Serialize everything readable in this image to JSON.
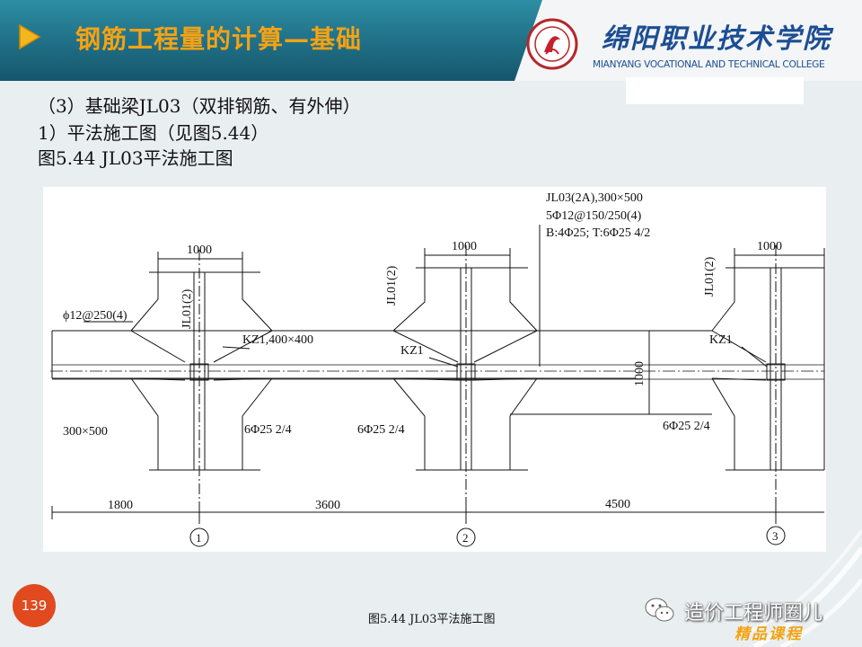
{
  "header": {
    "title": "钢筋工程量的计算—基础",
    "college_cn": "绵阳职业技术学院",
    "college_en": "MIANYANG VOCATIONAL AND TECHNICAL COLLEGE"
  },
  "content": {
    "line1": "（3）基础梁JL03（双排钢筋、有外伸）",
    "line2": "1）平法施工图（见图5.44）",
    "line3": "图5.44 JL03平法施工图"
  },
  "drawing": {
    "beam_label_1": "JL03(2A),300×500",
    "beam_label_2": "5Φ12@150/250(4)",
    "beam_label_3": "B:4Φ25; T:6Φ25 4/2",
    "width_1": "1000",
    "width_2": "1000",
    "width_3": "1000",
    "jl01_1": "JL01(2)",
    "jl01_2": "JL01(2)",
    "jl01_3": "JL01(2)",
    "stirrup_left": "ϕ12@250(4)",
    "kz_1": "KZ1,400×400",
    "kz_2": "KZ1",
    "kz_3": "KZ1",
    "section_left": "300×500",
    "rebar_1": "6Φ25 2/4",
    "rebar_2": "6Φ25 2/4",
    "rebar_3": "6Φ25 2/4",
    "height_1000": "1000",
    "dim_1800": "1800",
    "dim_3600": "3600",
    "dim_4500": "4500",
    "axis_1": "1",
    "axis_2": "2",
    "axis_3": "3"
  },
  "footer": {
    "page_number": "139",
    "caption": "图5.44 JL03平法施工图",
    "watermark": "造价工程师圈儿",
    "course": "精品课程"
  },
  "colors": {
    "banner": "#1f6e85",
    "title": "#f5a214",
    "badge": "#e04a1e",
    "college": "#1c4e93"
  }
}
